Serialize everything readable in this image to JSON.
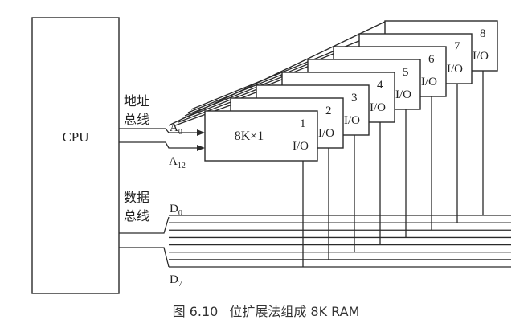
{
  "cpu_label": "CPU",
  "address_bus": {
    "line1": "地址",
    "line2": "总线",
    "a_low": "A",
    "a_low_sub": "0",
    "a_high": "A",
    "a_high_sub": "12"
  },
  "data_bus": {
    "line1": "数据",
    "line2": "总线",
    "d_low": "D",
    "d_low_sub": "0",
    "d_high": "D",
    "d_high_sub": "7"
  },
  "chip_main_label": "8K×1",
  "chips": [
    {
      "num": "1",
      "io": "I/O"
    },
    {
      "num": "2",
      "io": "I/O"
    },
    {
      "num": "3",
      "io": "I/O"
    },
    {
      "num": "4",
      "io": "I/O"
    },
    {
      "num": "5",
      "io": "I/O"
    },
    {
      "num": "6",
      "io": "I/O"
    },
    {
      "num": "7",
      "io": "I/O"
    },
    {
      "num": "8",
      "io": "I/O"
    }
  ],
  "caption": {
    "figure": "图 6.10",
    "text": "位扩展法组成 8K RAM"
  }
}
